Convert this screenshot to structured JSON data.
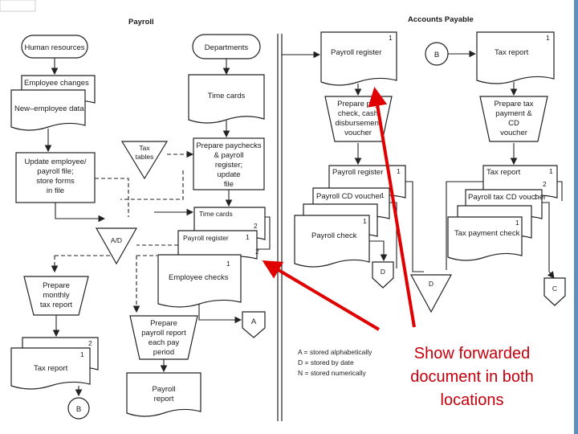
{
  "headers": {
    "payroll": "Payroll",
    "ap": "Accounts Payable"
  },
  "payroll": {
    "human_resources": "Human resources",
    "departments": "Departments",
    "employee_changes": "Employee changes",
    "new_employee_data": "New–employee data",
    "time_cards_doc": "Time cards",
    "tax_tables": [
      "Tax",
      "tables"
    ],
    "prepare_paychecks": [
      "Prepare paychecks",
      "& payroll",
      "register;",
      "update",
      "file"
    ],
    "update_employee": [
      "Update employee/",
      "payroll file;",
      "store forms",
      "in file"
    ],
    "ad": "A/D",
    "stack_time_cards": "Time cards",
    "stack_payroll_register": "Payroll register",
    "stack_employee_checks": "Employee checks",
    "stack_num_2a": "2",
    "stack_num_1a": "1",
    "stack_num_2b": "2",
    "stack_num_1b": "1",
    "prepare_monthly": [
      "Prepare",
      "monthly",
      "tax report"
    ],
    "prepare_period": [
      "Prepare",
      "payroll report",
      "each pay",
      "period"
    ],
    "tax_report": "Tax report",
    "tax_num_2": "2",
    "tax_num_1": "1",
    "payroll_report": [
      "Payroll",
      "report"
    ],
    "conn_a": "A",
    "conn_b": "B"
  },
  "ap": {
    "payroll_register_top": "Payroll register",
    "payroll_register_top_num": "1",
    "prepare_pay_check": [
      "Prepare pay",
      "check, cash",
      "disbursement",
      "voucher"
    ],
    "col1_payroll_register": "Payroll register",
    "col1_payroll_register_num": "1",
    "col1_cd_voucher": "Payroll CD voucher",
    "col1_cd_voucher_num": "1",
    "col1_num_2": "2",
    "col1_num_1": "1",
    "col1_payroll_check": "Payroll check",
    "conn_b": "B",
    "tax_report_top": "Tax report",
    "tax_report_top_num": "1",
    "prepare_tax": [
      "Prepare tax",
      "payment &",
      "CD",
      "voucher"
    ],
    "col2_tax_report": "Tax report",
    "col2_tax_report_num": "1",
    "col2_num_2": "2",
    "col2_tax_cd_voucher": "Payroll tax CD voucher",
    "col2_tax_cd_voucher_num": "1",
    "col2_num_2b": "2",
    "col2_num_1": "1",
    "col2_tax_payment_check": "Tax payment check",
    "d1": "D",
    "d2": "D",
    "c": "C"
  },
  "legend": [
    "A = stored alphabetically",
    "D = stored by date",
    "N = stored numerically"
  ],
  "annotation": [
    "Show forwarded",
    "document in both",
    "locations"
  ],
  "colors": {
    "arrow": "#e00000",
    "annotation_text": "#c4000c",
    "ink": "#222222"
  }
}
